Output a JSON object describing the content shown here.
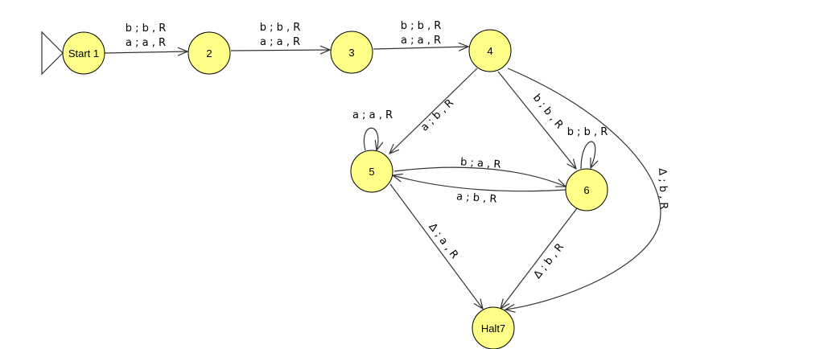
{
  "colors": {
    "state_fill": "#ffff87",
    "edge": "#333333",
    "background": "#ffffff"
  },
  "states": [
    {
      "id": "s1",
      "label": "Start 1",
      "initial": true
    },
    {
      "id": "s2",
      "label": "2"
    },
    {
      "id": "s3",
      "label": "3"
    },
    {
      "id": "s4",
      "label": "4"
    },
    {
      "id": "s5",
      "label": "5"
    },
    {
      "id": "s6",
      "label": "6"
    },
    {
      "id": "s7",
      "label": "Halt7",
      "final": true
    }
  ],
  "transitions": [
    {
      "from": "s1",
      "to": "s2",
      "labels": [
        "b ; b , R",
        "a ; a , R"
      ]
    },
    {
      "from": "s2",
      "to": "s3",
      "labels": [
        "b ; b , R",
        "a ; a , R"
      ]
    },
    {
      "from": "s3",
      "to": "s4",
      "labels": [
        "b ; b , R",
        "a ; a , R"
      ]
    },
    {
      "from": "s4",
      "to": "s5",
      "labels": [
        "a ; b , R"
      ]
    },
    {
      "from": "s4",
      "to": "s6",
      "labels": [
        "b ; b , R"
      ]
    },
    {
      "from": "s4",
      "to": "s7",
      "labels": [
        "Δ ; b , R"
      ]
    },
    {
      "from": "s5",
      "to": "s5",
      "labels": [
        "a ; a , R"
      ]
    },
    {
      "from": "s5",
      "to": "s6",
      "labels": [
        "b ; a , R"
      ]
    },
    {
      "from": "s6",
      "to": "s5",
      "labels": [
        "a ; b , R"
      ]
    },
    {
      "from": "s6",
      "to": "s6",
      "labels": [
        "b ; b , R"
      ]
    },
    {
      "from": "s5",
      "to": "s7",
      "labels": [
        "Δ ; a , R"
      ]
    },
    {
      "from": "s6",
      "to": "s7",
      "labels": [
        "Δ ; b , R"
      ]
    }
  ]
}
